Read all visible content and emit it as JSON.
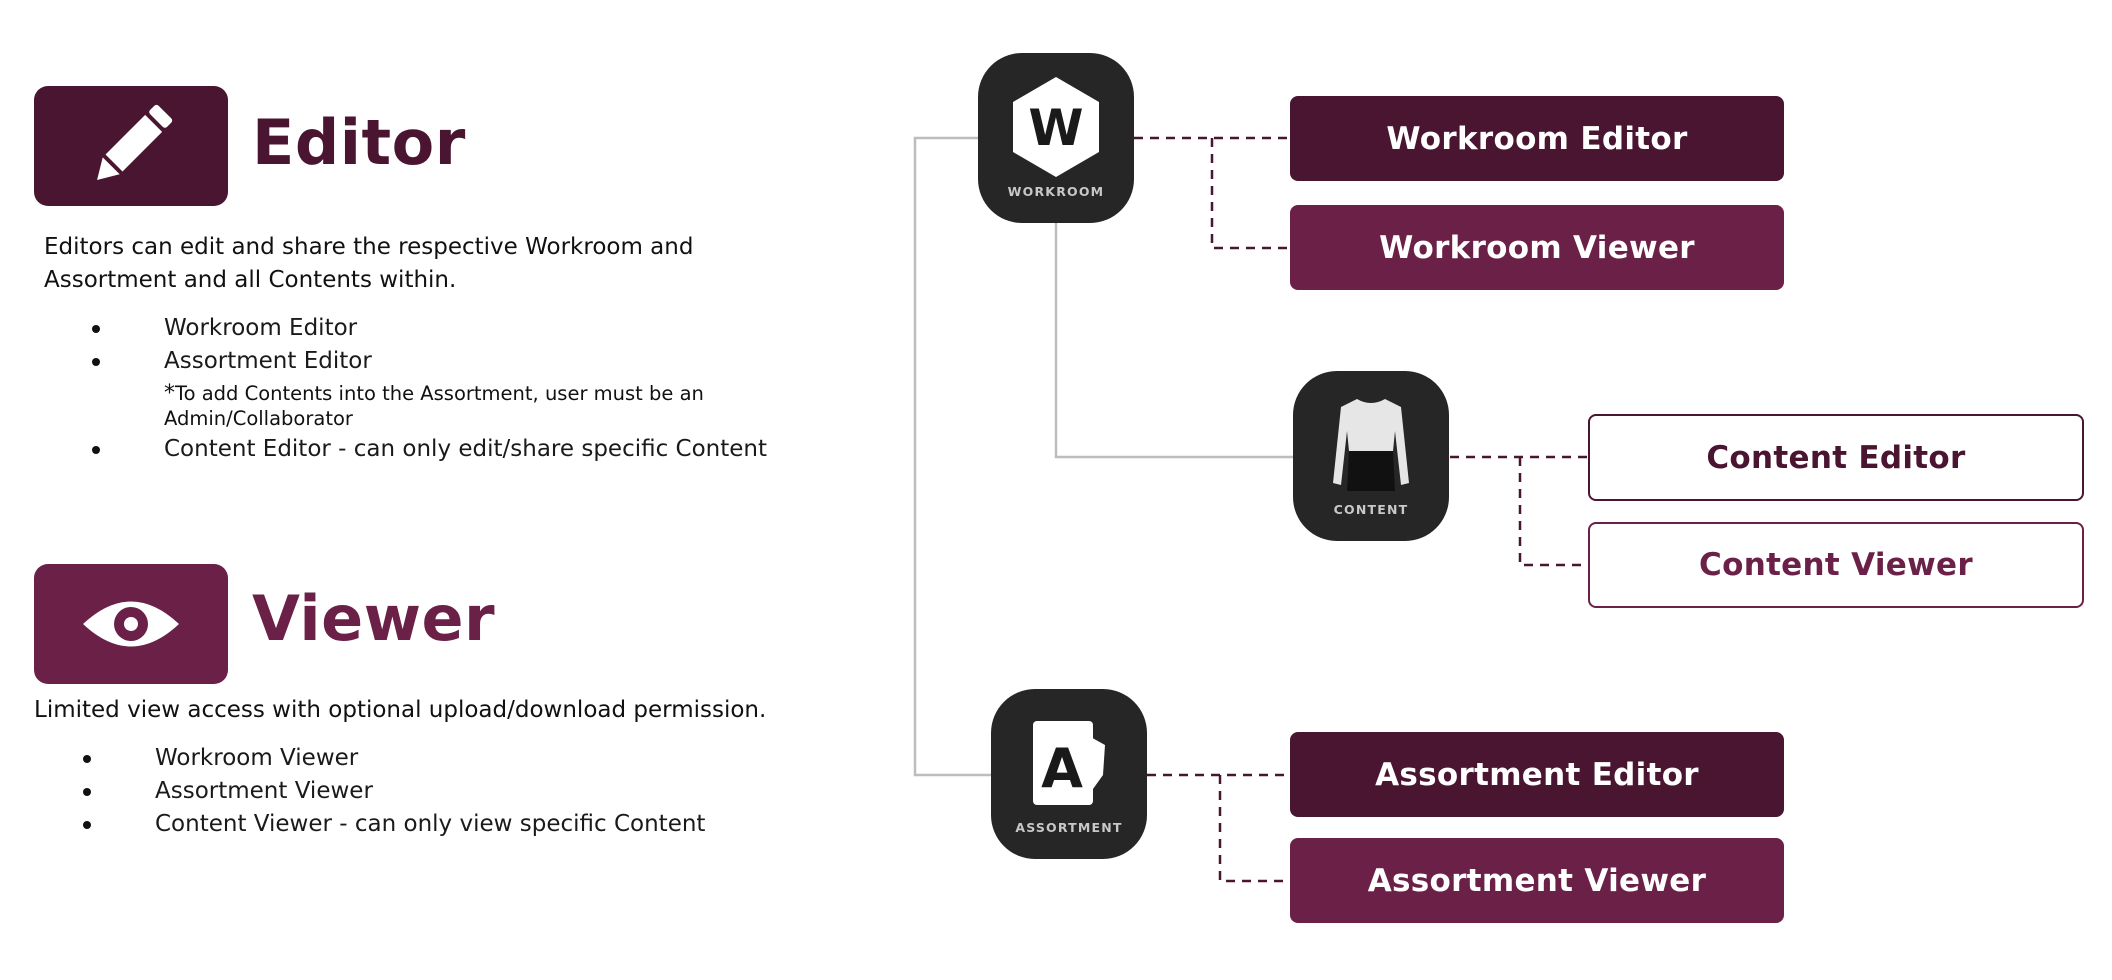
{
  "editor": {
    "title": "Editor",
    "icon": "pencil-icon",
    "color": "#4a1530",
    "description": "Editors can edit and share the respective Workroom and Assortment and all Contents within.",
    "bullets": [
      "Workroom Editor",
      "Assortment Editor",
      "Content Editor - can only edit/share specific Content"
    ],
    "note_star": "*",
    "note": "To add Contents into the Assortment, user must be an Admin/Collaborator"
  },
  "viewer": {
    "title": "Viewer",
    "icon": "eye-icon",
    "color": "#6b2048",
    "description": "Limited view access with optional upload/download permission.",
    "bullets": [
      "Workroom Viewer",
      "Assortment Viewer",
      "Content Viewer - can only view specific Content"
    ]
  },
  "diagram": {
    "workroom": {
      "tile_label": "WORKROOM",
      "tile_glyph": "W",
      "editor_label": "Workroom Editor",
      "viewer_label": "Workroom Viewer"
    },
    "content": {
      "tile_label": "CONTENT",
      "editor_label": "Content Editor",
      "viewer_label": "Content Viewer"
    },
    "assortment": {
      "tile_label": "ASSORTMENT",
      "tile_glyph": "A",
      "editor_label": "Assortment Editor",
      "viewer_label": "Assortment Viewer"
    },
    "colors": {
      "dark": "#4a1530",
      "mid": "#6b2048",
      "tile": "#262626",
      "tree_line": "#bdbdbd"
    }
  }
}
